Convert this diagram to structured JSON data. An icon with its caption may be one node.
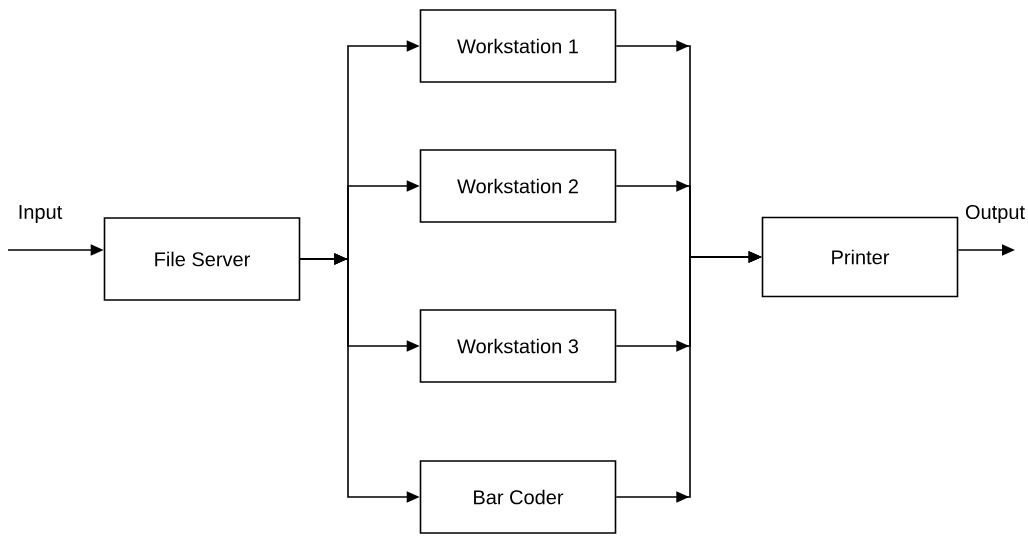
{
  "diagram": {
    "nodes": [
      {
        "text": [
          "File Server"
        ]
      },
      {
        "text": [
          "Workstation 1"
        ]
      },
      {
        "text": [
          "Workstation 2"
        ]
      },
      {
        "text": [
          "Workstation 3"
        ]
      },
      {
        "text": [
          "Bar Coder"
        ]
      },
      {
        "text": [
          "Printer"
        ]
      }
    ],
    "edges": [
      {
        "from": null,
        "to": 0,
        "arrow": "to",
        "label": "Input"
      },
      {
        "from": 0,
        "to": 1,
        "arrow": "to"
      },
      {
        "from": 0,
        "to": 2,
        "arrow": "to"
      },
      {
        "from": 0,
        "to": 3,
        "arrow": "to"
      },
      {
        "from": 0,
        "to": 4,
        "arrow": "to"
      },
      {
        "from": 1,
        "to": 5,
        "arrow": "to"
      },
      {
        "from": 2,
        "to": 5,
        "arrow": "to"
      },
      {
        "from": 3,
        "to": 5,
        "arrow": "to"
      },
      {
        "from": 4,
        "to": 5,
        "arrow": "to"
      },
      {
        "from": 5,
        "to": null,
        "arrow": "to",
        "label": "Output"
      }
    ]
  }
}
